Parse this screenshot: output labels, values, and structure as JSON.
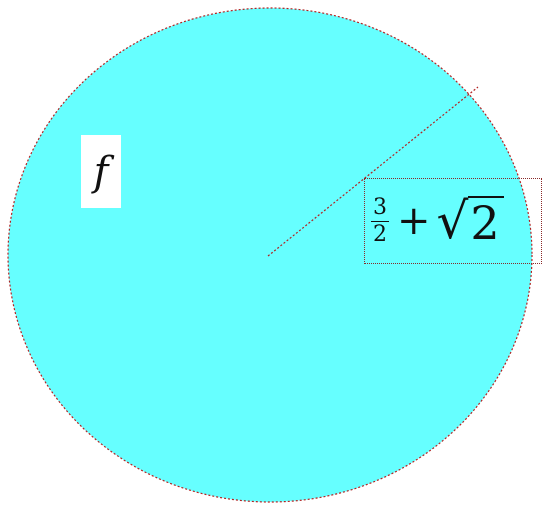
{
  "figure": {
    "fill_color": "#66ffff",
    "stroke_color": "#b22222",
    "circle_label": "f",
    "radius_label": {
      "fraction_numerator": "3",
      "fraction_denominator": "2",
      "operator": "+",
      "radical_symbol": "√",
      "radicand": "2"
    }
  }
}
